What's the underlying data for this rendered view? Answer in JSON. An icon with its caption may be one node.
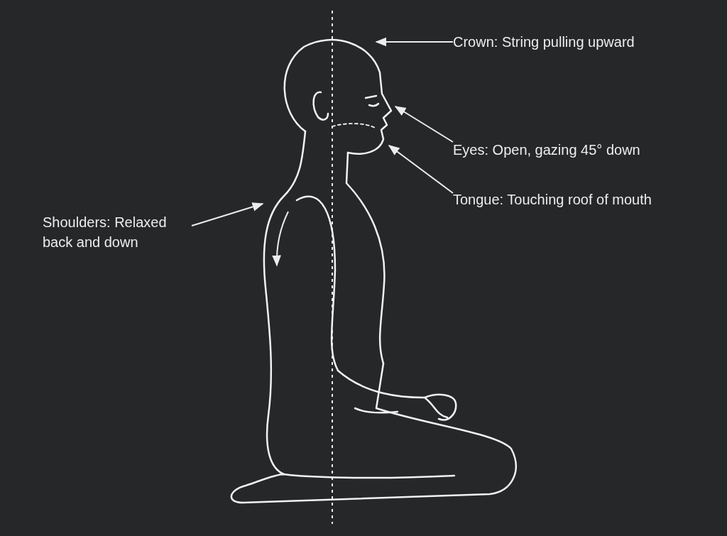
{
  "diagram": {
    "nodes": [
      {
        "text": [
          "Crown: String pulling upward"
        ]
      },
      {
        "text": [
          "Eyes: Open, gazing 45° down"
        ]
      },
      {
        "text": [
          "Tongue: Touching roof of mouth"
        ]
      },
      {
        "text": [
          "Shoulders: Relaxed back and down"
        ]
      }
    ],
    "edges": [
      {
        "from": 0,
        "to": null,
        "arrow": "to"
      },
      {
        "from": 1,
        "to": null,
        "arrow": "to"
      },
      {
        "from": 2,
        "to": null,
        "arrow": "to"
      },
      {
        "from": 3,
        "to": null,
        "arrow": "to"
      }
    ]
  }
}
